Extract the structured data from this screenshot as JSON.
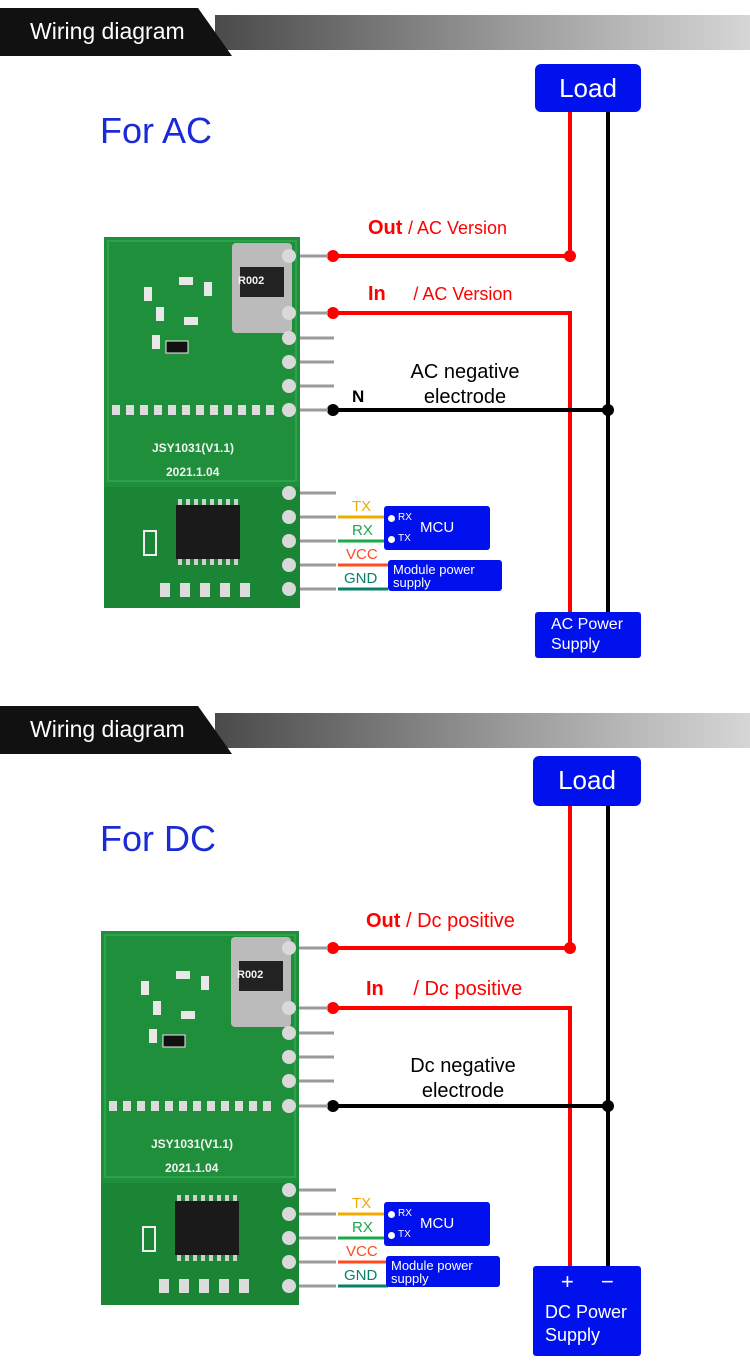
{
  "sections": [
    {
      "header": "Wiring diagram",
      "title": "For AC",
      "load": "Load",
      "out_bold": "Out",
      "out_text": "/  AC Version",
      "in_bold": "In",
      "in_text": "/  AC Version",
      "n_label": "N",
      "neg_line1": "AC negative",
      "neg_line2": "electrode",
      "tx": "TX",
      "rx": "RX",
      "vcc": "VCC",
      "gnd": "GND",
      "mcu": "MCU",
      "mcu_rx": "RX",
      "mcu_tx": "TX",
      "module_power1": "Module power",
      "module_power2": "supply",
      "supply_line1": "AC Power",
      "supply_line2": "Supply",
      "board_model": "JSY1031(V1.1)",
      "board_date": "2021.1.04",
      "shunt": "R002"
    },
    {
      "header": "Wiring diagram",
      "title": "For DC",
      "load": "Load",
      "out_bold": "Out",
      "out_text": "/ Dc positive",
      "in_bold": "In",
      "in_text": "/ Dc positive",
      "neg_line1": "Dc negative",
      "neg_line2": "electrode",
      "tx": "TX",
      "rx": "RX",
      "vcc": "VCC",
      "gnd": "GND",
      "mcu": "MCU",
      "mcu_rx": "RX",
      "mcu_tx": "TX",
      "module_power1": "Module power",
      "module_power2": "supply",
      "plus": "+",
      "minus": "−",
      "supply_line1": "DC Power",
      "supply_line2": "Supply",
      "board_model": "JSY1031(V1.1)",
      "board_date": "2021.1.04",
      "shunt": "R002"
    }
  ],
  "colors": {
    "wire_positive": "#ff0000",
    "wire_negative": "#000000",
    "tx": "#f2a900",
    "rx": "#1aa84a",
    "vcc": "#ff4b1f",
    "gnd": "#0a7f6a",
    "label_blue": "#0011ee",
    "pcb_green": "#1f8f3c"
  }
}
